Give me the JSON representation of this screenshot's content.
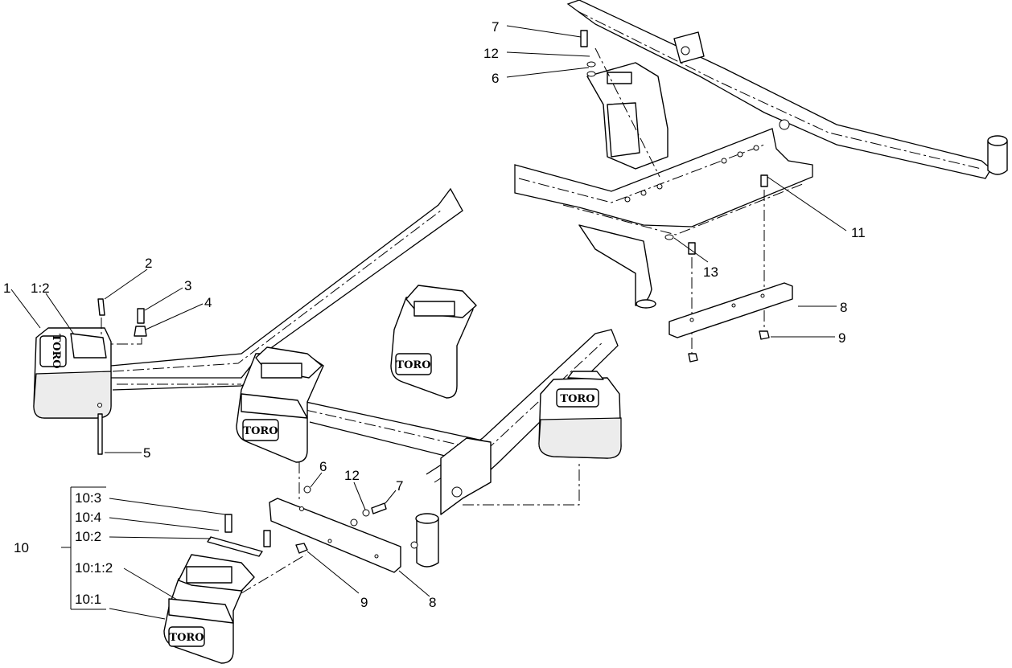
{
  "brand_logo": "TORO",
  "callouts": {
    "c1": "1",
    "c1_2": "1:2",
    "c2": "2",
    "c3": "3",
    "c4": "4",
    "c5": "5",
    "c6_left": "6",
    "c12_left": "12",
    "c7_left": "7",
    "c8_left": "8",
    "c9_left": "9",
    "c10": "10",
    "c10_3": "10:3",
    "c10_4": "10:4",
    "c10_2": "10:2",
    "c10_1_2": "10:1:2",
    "c10_1": "10:1",
    "c7_top": "7",
    "c12_top": "12",
    "c6_top": "6",
    "c11": "11",
    "c13": "13",
    "c8_right": "8",
    "c9_right": "9"
  }
}
